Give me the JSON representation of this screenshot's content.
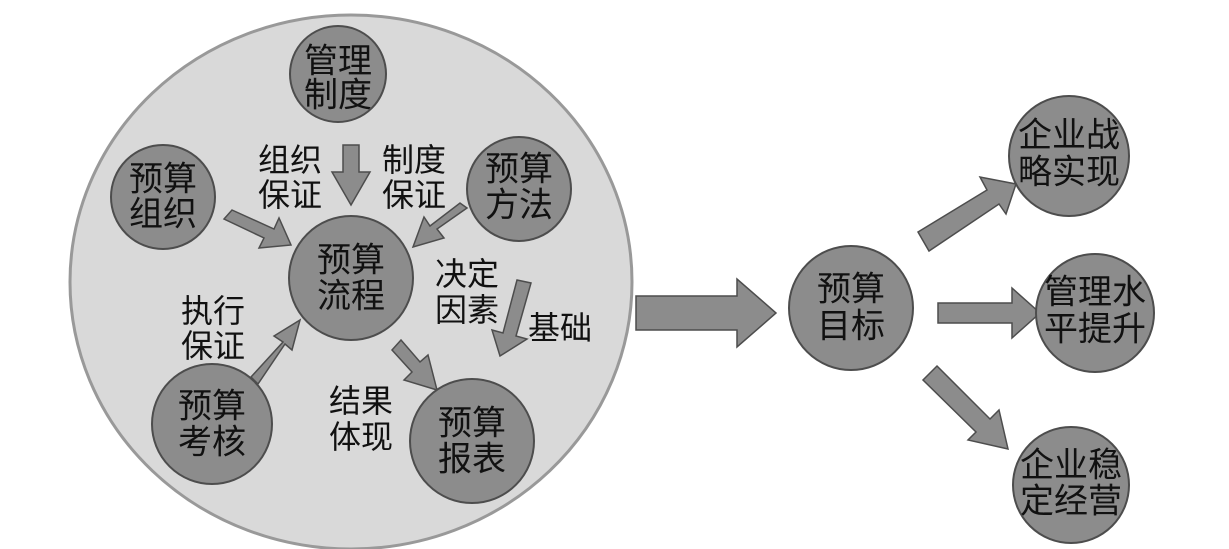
{
  "diagram": {
    "colors": {
      "background": "#ffffff",
      "outer_circle_fill": "#d9d9d9",
      "outer_circle_stroke": "#999999",
      "node_fill": "#8c8c8c",
      "node_stroke": "#4d4d4d",
      "arrow_fill": "#8c8c8c",
      "arrow_stroke": "#4d4d4d",
      "text": "#111111"
    },
    "nodes": {
      "management_system": {
        "line1": "管理",
        "line2": "制度"
      },
      "budget_organization": {
        "line1": "预算",
        "line2": "组织"
      },
      "budget_method": {
        "line1": "预算",
        "line2": "方法"
      },
      "budget_process": {
        "line1": "预算",
        "line2": "流程"
      },
      "budget_assessment": {
        "line1": "预算",
        "line2": "考核"
      },
      "budget_report": {
        "line1": "预算",
        "line2": "报表"
      },
      "budget_target": {
        "line1": "预算",
        "line2": "目标"
      },
      "strategy_realization": {
        "line1": "企业战",
        "line2": "略实现"
      },
      "management_level": {
        "line1": "管理水",
        "line2": "平提升"
      },
      "stable_operation": {
        "line1": "企业稳",
        "line2": "定经营"
      }
    },
    "labels": {
      "org_guarantee": {
        "line1": "组织",
        "line2": "保证"
      },
      "system_guarantee": {
        "line1": "制度",
        "line2": "保证"
      },
      "execution_guarantee": {
        "line1": "执行",
        "line2": "保证"
      },
      "decisive_factor": {
        "line1": "决定",
        "line2": "因素"
      },
      "foundation": {
        "line1": "基础"
      },
      "result_reflection": {
        "line1": "结果",
        "line2": "体现"
      }
    }
  }
}
